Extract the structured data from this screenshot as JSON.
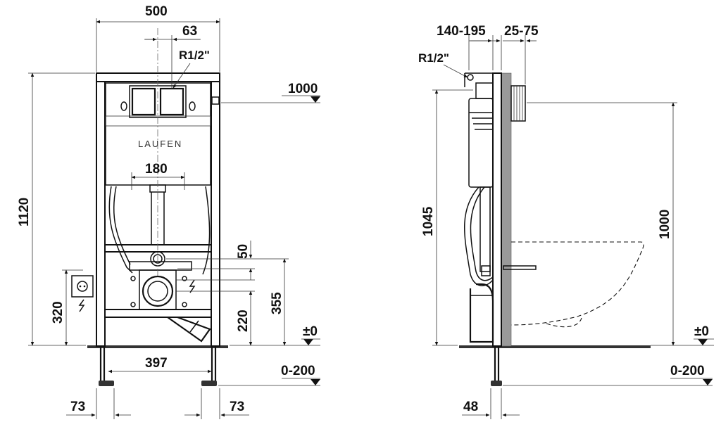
{
  "front_view": {
    "width_total": "500",
    "cistern_offset": "63",
    "supply_thread": "R1/2\"",
    "height_total": "1120",
    "flush_plate_height": "1000",
    "brand_logo": "LAUFEN",
    "drain_spacing": "180",
    "socket_height": "320",
    "drain_height_upper": "50",
    "drain_height_main": "355",
    "drain_height_lower": "220",
    "floor_level": "±0",
    "foot_spacing": "397",
    "foot_adjust": "0-200",
    "foot_edge_left": "73",
    "foot_edge_right": "73"
  },
  "side_view": {
    "supply_depth": "140-195",
    "wall_depth": "25-75",
    "supply_thread": "R1/2\"",
    "height_supply": "1045",
    "height_bowl": "1000",
    "floor_level": "±0",
    "foot_adjust": "0-200",
    "foot_depth": "48"
  }
}
